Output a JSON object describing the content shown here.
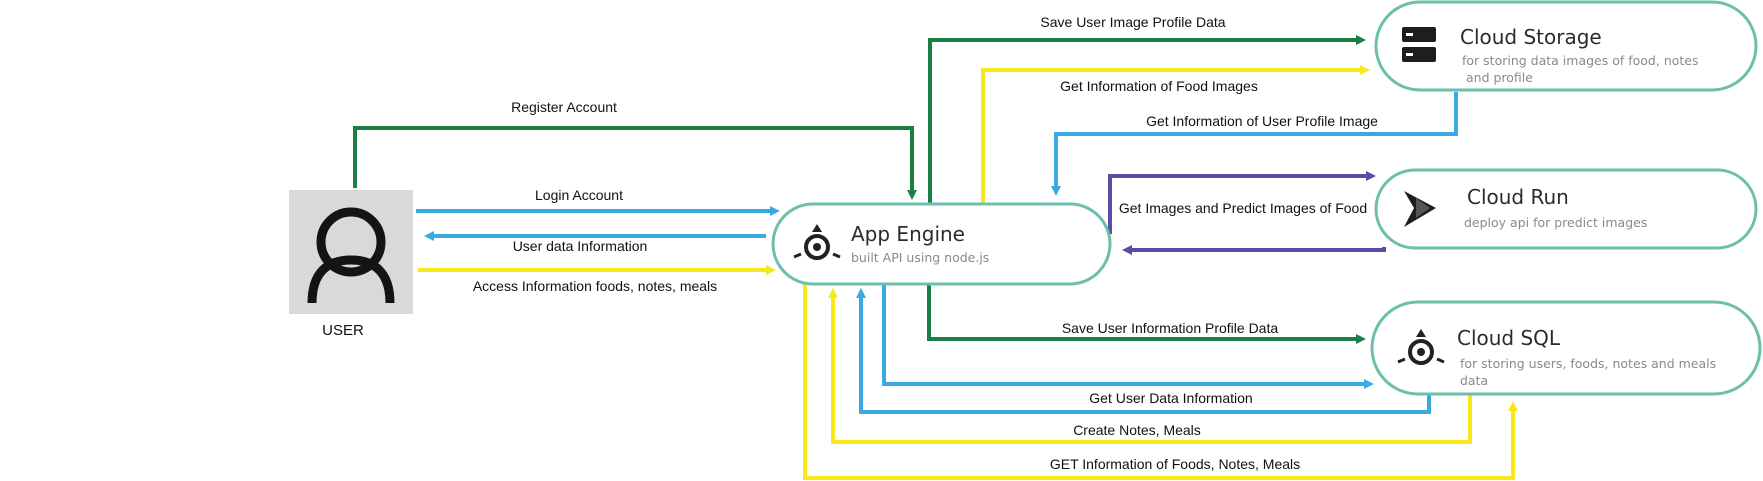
{
  "colors": {
    "green": "#1b7f45",
    "blue": "#3aa9e0",
    "yellow": "#f7e81c",
    "purple": "#5a4ea3",
    "node_border": "#6cbfad"
  },
  "user": {
    "label": "USER",
    "icon": "user-icon"
  },
  "nodes": {
    "app_engine": {
      "title": "App Engine",
      "subtitle": "built API using node.js",
      "icon": "app-engine-icon"
    },
    "cloud_storage": {
      "title": "Cloud Storage",
      "subtitle_line1": "for storing data images of food, notes",
      "subtitle_line2": "and profile",
      "icon": "server-icon"
    },
    "cloud_run": {
      "title": "Cloud Run",
      "subtitle": "deploy api for predict images",
      "icon": "cloud-run-icon"
    },
    "cloud_sql": {
      "title": "Cloud SQL",
      "subtitle_line1": "for storing users, foods, notes and meals",
      "subtitle_line2": "data",
      "icon": "cloud-sql-icon"
    }
  },
  "edges": {
    "register_account": "Register Account",
    "login_account": "Login Account",
    "user_data_information": "User data Information",
    "access_information": "Access Information foods, notes, meals",
    "save_user_image_profile": "Save User Image Profile Data",
    "get_food_images": "Get Information of Food Images",
    "get_user_profile_image": "Get Information of User Profile Image",
    "get_predict_images": "Get Images and Predict Images of Food",
    "save_user_information_profile": "Save User Information Profile Data",
    "get_user_data_information": "Get User Data Information",
    "create_notes_meals": "Create Notes, Meals",
    "get_information_foods_notes_meals": "GET Information of Foods, Notes, Meals"
  }
}
